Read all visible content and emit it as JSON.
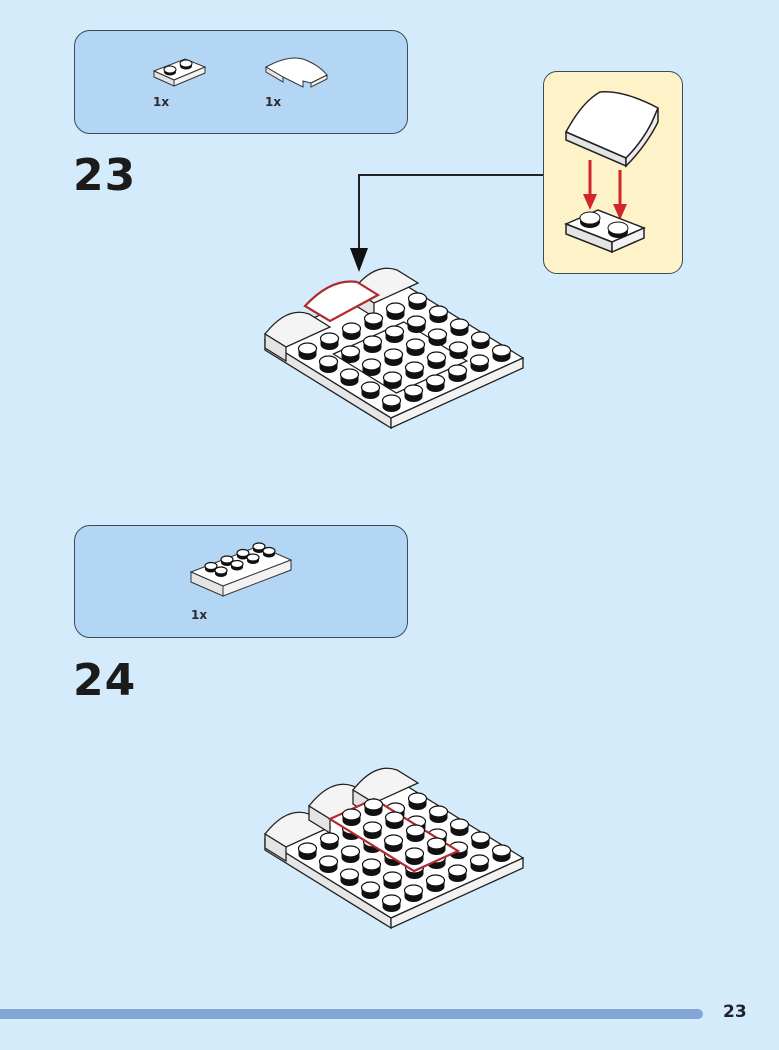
{
  "page": {
    "background": "#d4ebfb",
    "page_number": "23"
  },
  "steps": [
    {
      "number": "23",
      "parts": [
        {
          "name": "white 1x2 plate",
          "quantity": "1x"
        },
        {
          "name": "white 2x2 curved slope",
          "quantity": "1x"
        }
      ],
      "callout": {
        "description": "curved slope placed onto 1x2 plate",
        "arrow_color": "#d0262c"
      }
    },
    {
      "number": "24",
      "parts": [
        {
          "name": "white 2x4 plate",
          "quantity": "1x"
        }
      ]
    }
  ],
  "colors": {
    "parts_box": "#b2d6f3",
    "callout_box": "#fef2c9",
    "highlight": "#b02a30",
    "footer_bar": "#83a6d6"
  }
}
